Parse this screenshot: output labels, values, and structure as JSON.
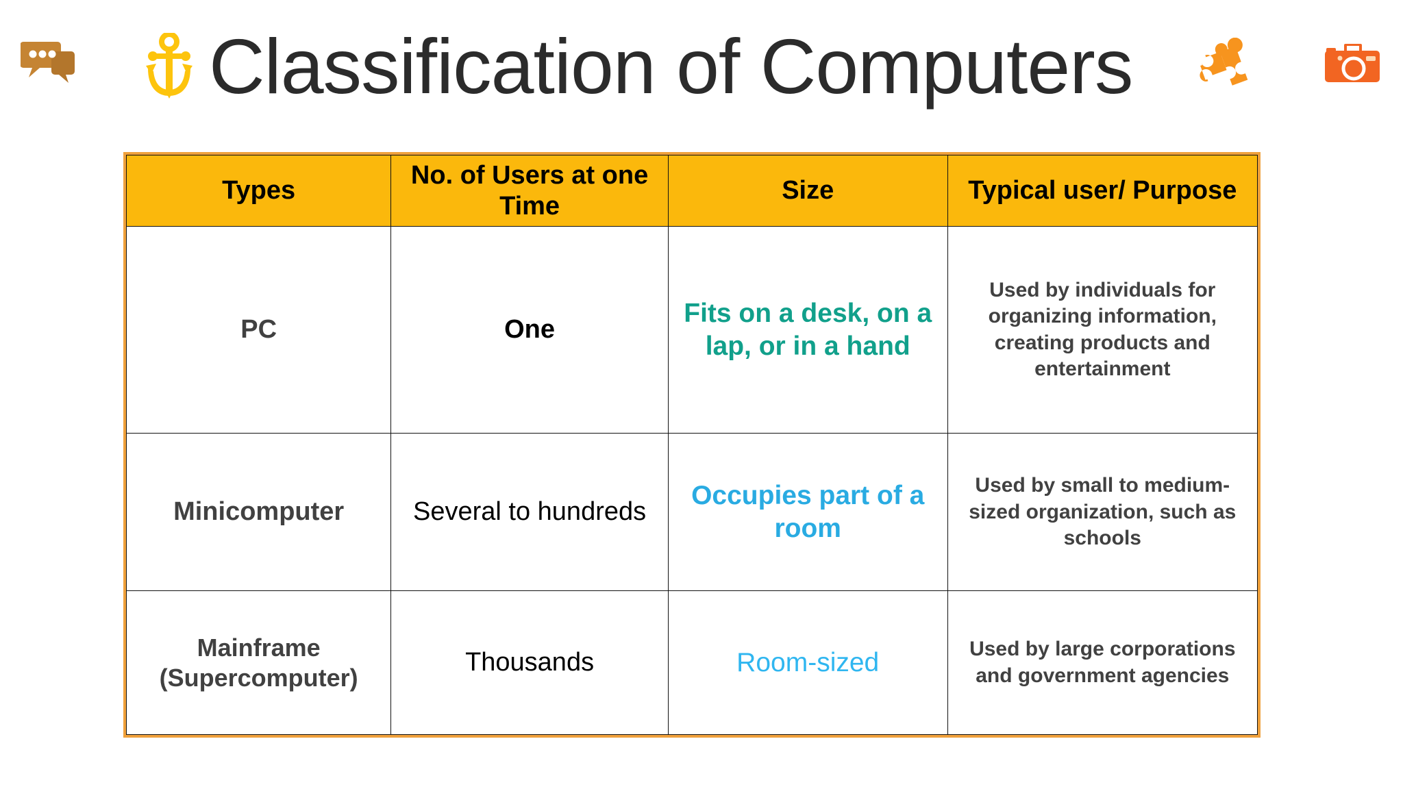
{
  "slide": {
    "title": "Classification of Computers",
    "background_color": "#FFFFFF"
  },
  "icons": [
    {
      "name": "chat-bubbles-icon",
      "color": "#C58433"
    },
    {
      "name": "anchor-icon",
      "color": "#FDC40D"
    },
    {
      "name": "puzzle-piece-icon",
      "color": "#F7941E"
    },
    {
      "name": "camera-icon",
      "color": "#F26522"
    }
  ],
  "colors": {
    "header_fill": "#FBB80C",
    "table_border": "#F0A13C",
    "grid_line": "#111111",
    "title_text": "#2B2B2B",
    "type_text": "#414141",
    "teal": "#11A08B",
    "cyan": "#29ABE2",
    "light_blue": "#2FB6F0"
  },
  "table": {
    "headers": [
      "Types",
      "No. of Users at one Time",
      "Size",
      "Typical user/ Purpose"
    ],
    "rows": [
      {
        "type": "PC",
        "users": "One",
        "size": "Fits on a desk, on a lap, or in a hand",
        "size_color": "#11A08B",
        "purpose": "Used by individuals for organizing information, creating products and entertainment"
      },
      {
        "type": "Minicomputer",
        "users": "Several to hundreds",
        "size": "Occupies part of a room",
        "size_color": "#29ABE2",
        "purpose": "Used by small to medium-sized organization, such as schools"
      },
      {
        "type": "Mainframe (Supercomputer)",
        "users": "Thousands",
        "size": "Room-sized",
        "size_color": "#2FB6F0",
        "purpose": "Used by large corporations and government agencies"
      }
    ]
  }
}
